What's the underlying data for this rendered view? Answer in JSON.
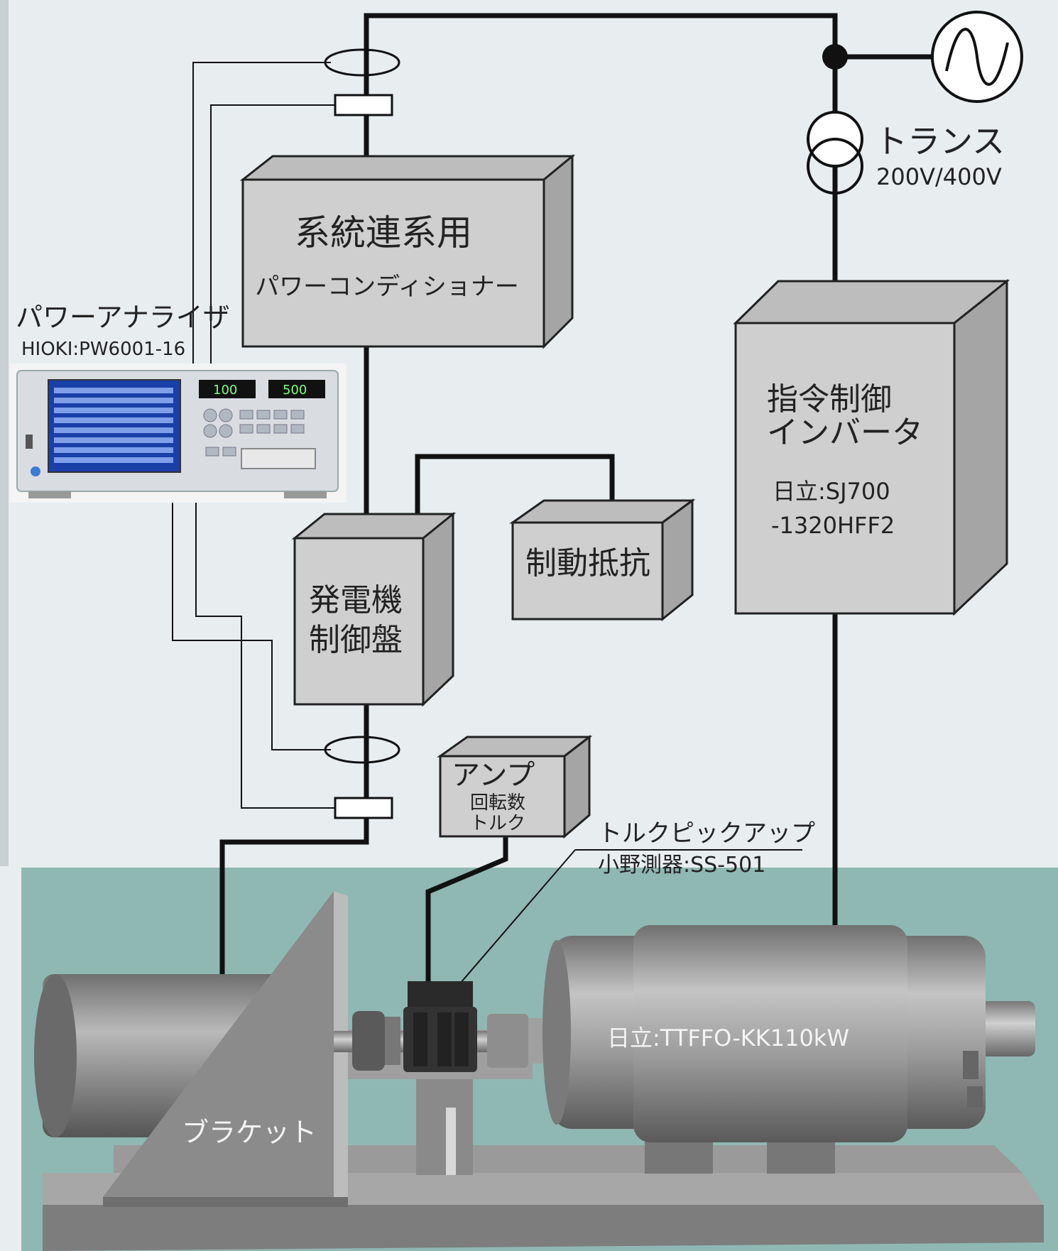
{
  "colors": {
    "background": "#e8edf0",
    "floor": "#8fb8b2",
    "box_front": "#cfcfcf",
    "box_side": "#a9a9a9",
    "box_top": "#bdbdbd",
    "wire": "#111111",
    "machine": "#8e8e8e"
  },
  "labels": {
    "power_conditioner": {
      "line1": "系統連系用",
      "line2": "パワーコンディショナー"
    },
    "analyzer": {
      "title": "パワーアナライザ",
      "model": "HIOKI:PW6001-16"
    },
    "transformer": {
      "title": "トランス",
      "rating": "200V/400V"
    },
    "inverter": {
      "line1": "指令制御",
      "line2": "インバータ",
      "maker": "日立:SJ700",
      "model": "-1320HFF2"
    },
    "generator_panel": {
      "line1": "発電機",
      "line2": "制御盤"
    },
    "brake_resistor": {
      "label": "制動抵抗"
    },
    "amp": {
      "title": "アンプ",
      "line1": "回転数",
      "line2": "トルク"
    },
    "torque_pickup": {
      "title": "トルクピックアップ",
      "model": "小野測器:SS-501"
    },
    "motor": {
      "label": "日立:TTFFO-KK110kW"
    },
    "bracket": {
      "label": "ブラケット"
    }
  },
  "analyzer_display": {
    "readout_left": "100",
    "readout_right": "500"
  },
  "icons": [
    "ac-source-icon",
    "transformer-icon",
    "current-clamp-icon",
    "voltage-probe-icon"
  ]
}
